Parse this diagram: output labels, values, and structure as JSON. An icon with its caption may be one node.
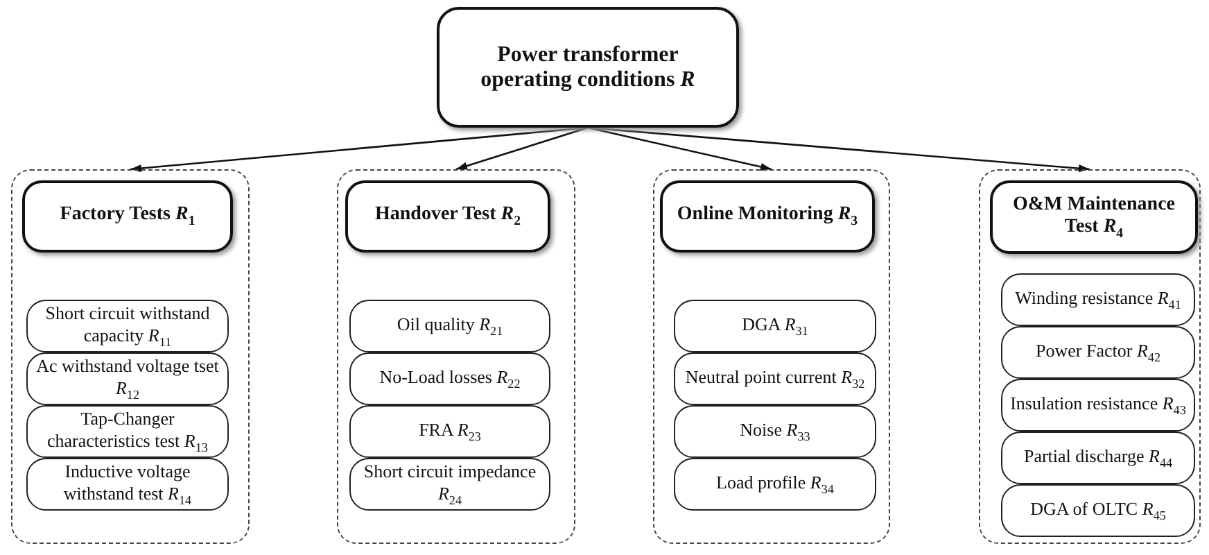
{
  "diagram": {
    "nodes": [
      {
        "text": [
          "Power transformer operating conditions *R*"
        ]
      },
      {
        "text": [],
        "shape": "box"
      },
      {
        "text": [
          "Factory Tests *R*$_{1}$"
        ],
        "in": 1
      },
      {
        "text": [
          "Short circuit withstand capacity *R*$_{11}$"
        ],
        "in": 1
      },
      {
        "text": [
          "Ac withstand voltage tset *R*$_{12}$"
        ],
        "in": 1
      },
      {
        "text": [
          "Tap-Changer characteristics test *R*$_{13}$"
        ],
        "in": 1
      },
      {
        "text": [
          "Inductive voltage withstand test *R*$_{14}$"
        ],
        "in": 1
      },
      {
        "text": [],
        "shape": "box"
      },
      {
        "text": [
          "Handover Test *R*$_{2}$"
        ],
        "in": 7
      },
      {
        "text": [
          "Oil quality *R*$_{21}$"
        ],
        "in": 7
      },
      {
        "text": [
          "No-Load losses *R*$_{22}$"
        ],
        "in": 7
      },
      {
        "text": [
          "FRA *R*$_{23}$"
        ],
        "in": 7
      },
      {
        "text": [
          "Short circuit impedance *R*$_{24}$"
        ],
        "in": 7
      },
      {
        "text": [],
        "shape": "box"
      },
      {
        "text": [
          "Online Monitoring *R*$_{3}$"
        ],
        "in": 13
      },
      {
        "text": [
          "DGA *R*$_{31}$"
        ],
        "in": 13
      },
      {
        "text": [
          "Neutral point current *R*$_{32}$"
        ],
        "in": 13
      },
      {
        "text": [
          "Noise *R*$_{33}$"
        ],
        "in": 13
      },
      {
        "text": [
          "Load profile *R*$_{34}$"
        ],
        "in": 13
      },
      {
        "text": [],
        "shape": "box"
      },
      {
        "text": [
          "O&M Maintenance Test *R*$_{4}$"
        ],
        "in": 19
      },
      {
        "text": [
          "Winding resistance *R*$_{41}$"
        ],
        "in": 19
      },
      {
        "text": [
          "Power Factor *R*$_{42}$"
        ],
        "in": 19
      },
      {
        "text": [
          "Insulation resistance *R*$_{43}$"
        ],
        "in": 19
      },
      {
        "text": [
          "Partial discharge *R*$_{44}$"
        ],
        "in": 19
      },
      {
        "text": [
          "DGA of OLTC *R*$_{45}$"
        ],
        "in": 19
      }
    ],
    "edges": [
      {
        "from": 0,
        "to": 1,
        "arrow": "to"
      },
      {
        "from": 0,
        "to": 7,
        "arrow": "to"
      },
      {
        "from": 0,
        "to": 13,
        "arrow": "to"
      },
      {
        "from": 0,
        "to": 19,
        "arrow": "to"
      }
    ]
  }
}
